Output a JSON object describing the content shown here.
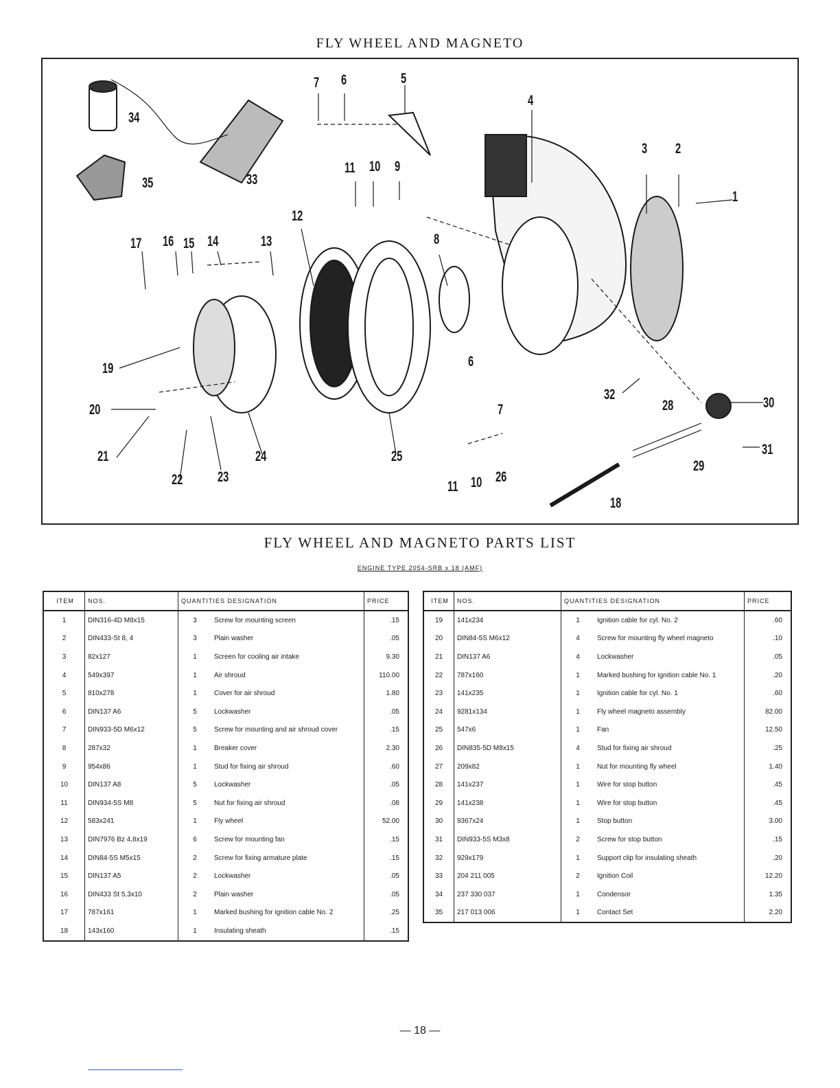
{
  "page": {
    "title": "FLY WHEEL AND MAGNETO",
    "list_title": "FLY WHEEL AND MAGNETO PARTS LIST",
    "engine_type": "ENGINE TYPE 2054-SRB x 18 (AMF)",
    "page_number": "— 18 —"
  },
  "diagram": {
    "callouts": [
      "34",
      "35",
      "33",
      "7",
      "6",
      "5",
      "4",
      "3",
      "2",
      "1",
      "11",
      "10",
      "9",
      "12",
      "8",
      "17",
      "16",
      "15",
      "14",
      "13",
      "19",
      "20",
      "21",
      "22",
      "23",
      "24",
      "25",
      "6",
      "7",
      "11",
      "10",
      "26",
      "32",
      "28",
      "30",
      "29",
      "31",
      "18"
    ]
  },
  "table": {
    "headers": {
      "item": "ITEM",
      "nos": "NOS.",
      "qty_desc": "QUANTITIES DESIGNATION",
      "price": "PRICE"
    },
    "left_rows": [
      {
        "item": "1",
        "nos": "DIN316-4D M8x15",
        "qty": "3",
        "desc": "Screw for mounting screen",
        "price": ".15"
      },
      {
        "item": "2",
        "nos": "DIN433-St 8, 4",
        "qty": "3",
        "desc": "Plain washer",
        "price": ".05"
      },
      {
        "item": "3",
        "nos": "82x127",
        "qty": "1",
        "desc": "Screen for cooling air intake",
        "price": "9.30"
      },
      {
        "item": "4",
        "nos": "549x397",
        "qty": "1",
        "desc": "Air shroud",
        "price": "110.00"
      },
      {
        "item": "5",
        "nos": "810x278",
        "qty": "1",
        "desc": "Cover for air shroud",
        "price": "1.80"
      },
      {
        "item": "6",
        "nos": "DIN137 A6",
        "qty": "5",
        "desc": "Lockwasher",
        "price": ".05"
      },
      {
        "item": "7",
        "nos": "DIN933-5D M6x12",
        "qty": "5",
        "desc": "Screw for mounting and air shroud cover",
        "price": ".15"
      },
      {
        "item": "8",
        "nos": "287x32",
        "qty": "1",
        "desc": "Breaker cover",
        "price": "2.30"
      },
      {
        "item": "9",
        "nos": "954x86",
        "qty": "1",
        "desc": "Stud for fixing air shroud",
        "price": ".60"
      },
      {
        "item": "10",
        "nos": "DIN137 A8",
        "qty": "5",
        "desc": "Lockwasher",
        "price": ".05"
      },
      {
        "item": "11",
        "nos": "DIN934-5S M8",
        "qty": "5",
        "desc": "Nut for fixing air shroud",
        "price": ".08"
      },
      {
        "item": "12",
        "nos": "583x241",
        "qty": "1",
        "desc": "Fly wheel",
        "price": "52.00"
      },
      {
        "item": "13",
        "nos": "DIN7976 Bz 4,8x19",
        "qty": "6",
        "desc": "Screw for mounting fan",
        "price": ".15"
      },
      {
        "item": "14",
        "nos": "DIN84-5S M5x15",
        "qty": "2",
        "desc": "Screw for fixing armature plate",
        "price": ".15"
      },
      {
        "item": "15",
        "nos": "DIN137 A5",
        "qty": "2",
        "desc": "Lockwasher",
        "price": ".05"
      },
      {
        "item": "16",
        "nos": "DIN433 St 5,3x10",
        "qty": "2",
        "desc": "Plain washer",
        "price": ".05"
      },
      {
        "item": "17",
        "nos": "787x161",
        "qty": "1",
        "desc": "Marked bushing for ignition cable No. 2",
        "price": ".25"
      },
      {
        "item": "18",
        "nos": "143x160",
        "qty": "1",
        "desc": "Insulating sheath",
        "price": ".15"
      }
    ],
    "right_rows": [
      {
        "item": "19",
        "nos": "141x234",
        "qty": "1",
        "desc": "Ignition cable for cyl. No. 2",
        "price": ".60"
      },
      {
        "item": "20",
        "nos": "DIN84-5S M6x12",
        "qty": "4",
        "desc": "Screw for mounting fly wheel magneto",
        "price": ".10"
      },
      {
        "item": "21",
        "nos": "DIN137 A6",
        "qty": "4",
        "desc": "Lockwasher",
        "price": ".05"
      },
      {
        "item": "22",
        "nos": "787x160",
        "qty": "1",
        "desc": "Marked bushing for ignition cable No. 1",
        "price": ".20"
      },
      {
        "item": "23",
        "nos": "141x235",
        "qty": "1",
        "desc": "Ignition cable for cyl. No. 1",
        "price": ".60"
      },
      {
        "item": "24",
        "nos": "9281x134",
        "qty": "1",
        "desc": "Fly wheel magneto assembly",
        "price": "82.00"
      },
      {
        "item": "25",
        "nos": "547x6",
        "qty": "1",
        "desc": "Fan",
        "price": "12.50"
      },
      {
        "item": "26",
        "nos": "DIN835-5D M8x15",
        "qty": "4",
        "desc": "Stud for fixing air shroud",
        "price": ".25"
      },
      {
        "item": "27",
        "nos": "209x82",
        "qty": "1",
        "desc": "Nut for mounting fly wheel",
        "price": "1.40"
      },
      {
        "item": "28",
        "nos": "141x237",
        "qty": "1",
        "desc": "Wire for stop button",
        "price": ".45"
      },
      {
        "item": "29",
        "nos": "141x238",
        "qty": "1",
        "desc": "Wire for stop button",
        "price": ".45"
      },
      {
        "item": "30",
        "nos": "9367x24",
        "qty": "1",
        "desc": "Stop button",
        "price": "3.00"
      },
      {
        "item": "31",
        "nos": "DIN933-5S M3x8",
        "qty": "2",
        "desc": "Screw for stop button",
        "price": ".15"
      },
      {
        "item": "32",
        "nos": "929x179",
        "qty": "1",
        "desc": "Support clip for insulating sheath",
        "price": ".20"
      },
      {
        "item": "33",
        "nos": "204 211 005",
        "qty": "2",
        "desc": "Ignition Coil",
        "price": "12.20"
      },
      {
        "item": "34",
        "nos": "237 330 037",
        "qty": "1",
        "desc": "Condensor",
        "price": "1.35"
      },
      {
        "item": "35",
        "nos": "217 013 006",
        "qty": "1",
        "desc": "Contact Set",
        "price": "2.20"
      }
    ]
  }
}
